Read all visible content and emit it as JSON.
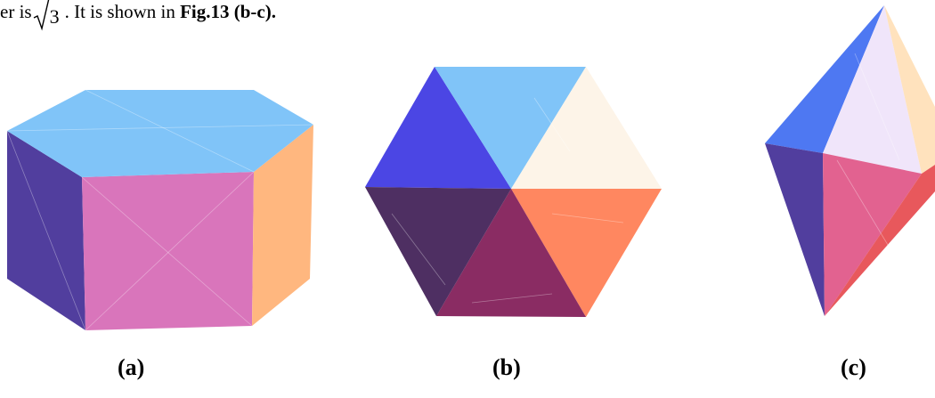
{
  "text": {
    "prefix": "er is",
    "radicand": "3",
    "middle": ". It is shown in ",
    "figref": "Fig.13 (b-c)."
  },
  "captions": {
    "a": "(a)",
    "b": "(b)",
    "c": "(c)"
  },
  "colors": {
    "light_blue": "#80c4f8",
    "violet": "#513e9e",
    "pink": "#d975bb",
    "peach": "#ffb77f",
    "blue": "#4b46e4",
    "cream": "#fdf4e8",
    "dark_purple": "#4e2f62",
    "maroon": "#8a2c63",
    "coral": "#ff8760",
    "bright_blue": "#4e78f2",
    "lavender": "#f0e5fa",
    "pale_orange": "#ffe2bd",
    "rose": "#e26290",
    "red": "#e8585c"
  }
}
